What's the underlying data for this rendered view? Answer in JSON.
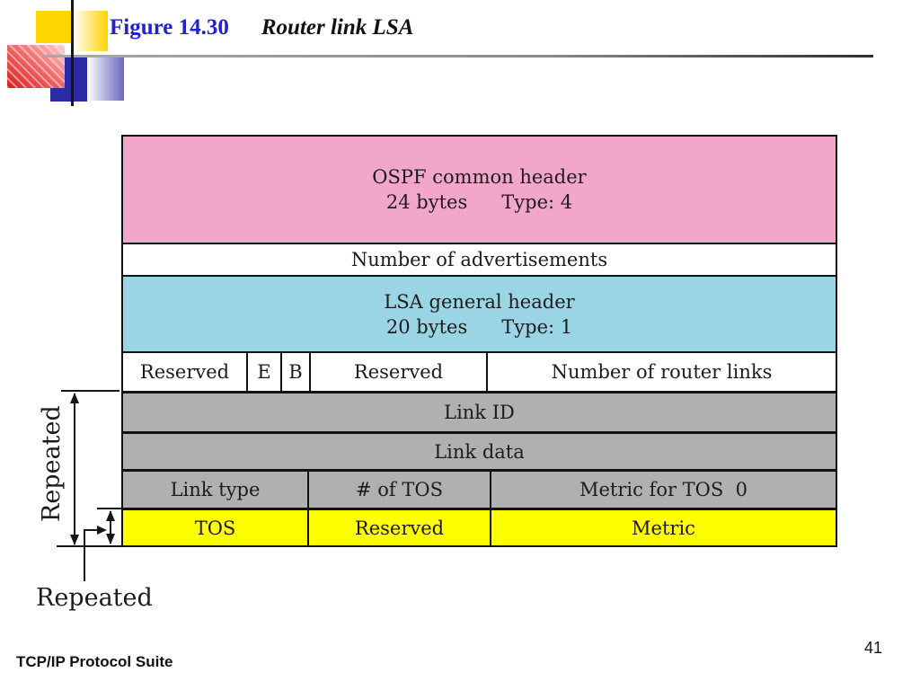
{
  "header": {
    "figure_label": "Figure 14.30",
    "figure_title": "Router link LSA"
  },
  "diagram": {
    "ospf_header": {
      "title": "OSPF common header",
      "size": "24 bytes",
      "type": "Type: 4"
    },
    "num_advertisements": "Number of advertisements",
    "lsa_header": {
      "title": "LSA general header",
      "size": "20 bytes",
      "type": "Type: 1"
    },
    "flags_row": {
      "reserved1": "Reserved",
      "e": "E",
      "b": "B",
      "reserved2": "Reserved",
      "num_links": "Number of router links"
    },
    "link_id": "Link ID",
    "link_data": "Link data",
    "metric_row": {
      "link_type": "Link type",
      "num_tos": "# of TOS",
      "metric_tos0": "Metric for TOS  0"
    },
    "tos_row": {
      "tos": "TOS",
      "reserved": "Reserved",
      "metric": "Metric"
    },
    "repeated_outer": "Repeated",
    "repeated_inner": "Repeated"
  },
  "footer": {
    "left": "TCP/IP Protocol Suite",
    "page_number": "41"
  },
  "colors": {
    "row_pink": "#f3a6cb",
    "row_cyan": "#9ad5e6",
    "row_gray": "#b0b0b0",
    "row_yellow": "#ffff00",
    "title_blue": "#2222cc"
  }
}
